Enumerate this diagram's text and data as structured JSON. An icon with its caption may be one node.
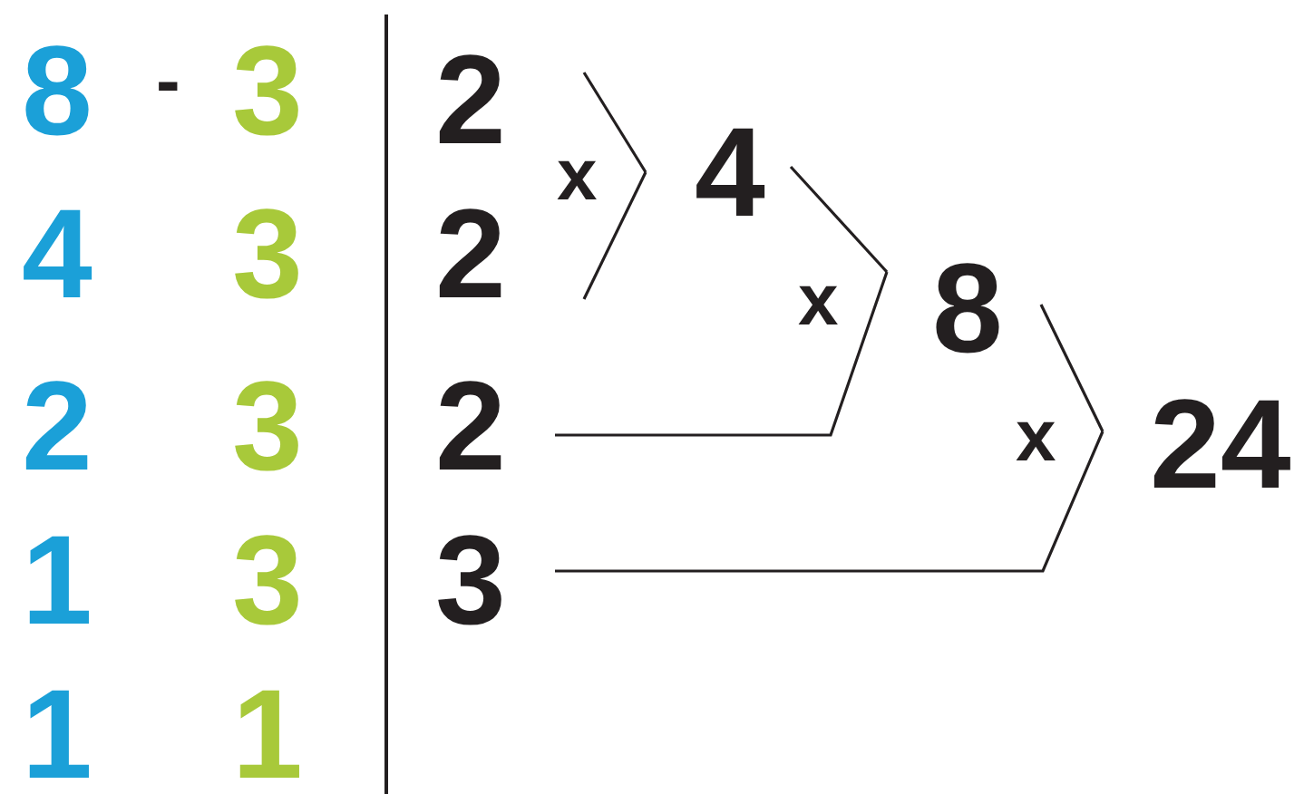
{
  "diagram": {
    "nodes": [
      {
        "text": [
          "2"
        ]
      },
      {
        "text": [
          "2"
        ]
      },
      {
        "text": [
          "2"
        ]
      },
      {
        "text": [
          "3"
        ]
      },
      {
        "text": [
          "4"
        ]
      },
      {
        "text": [
          "8"
        ]
      },
      {
        "text": [
          "24"
        ]
      }
    ],
    "edges": [
      {
        "from": 0,
        "to": 4,
        "arrow": "none"
      },
      {
        "from": 1,
        "to": 4,
        "arrow": "none"
      },
      {
        "from": 4,
        "to": 5,
        "arrow": "none"
      },
      {
        "from": 2,
        "to": 5,
        "arrow": "none"
      },
      {
        "from": 5,
        "to": 6,
        "arrow": "none"
      },
      {
        "from": 3,
        "to": 6,
        "arrow": "none"
      }
    ],
    "labels": [
      "8",
      "-",
      "3",
      "4",
      "3",
      "2",
      "3",
      "1",
      "3",
      "1",
      "1",
      "x",
      "x",
      "x"
    ]
  }
}
